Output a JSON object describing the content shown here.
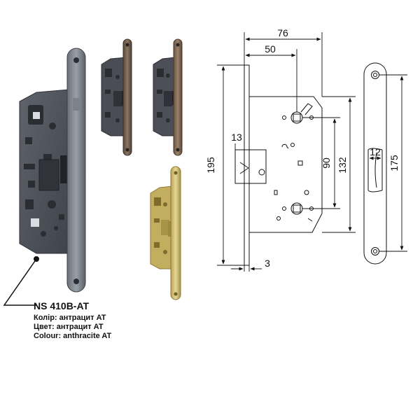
{
  "product": {
    "model": "NS 410B-AT",
    "color_lines": [
      "Колір: антрацит AT",
      "Цвет: антрацит AT",
      "Colour: anthracite AT"
    ]
  },
  "finishes": [
    {
      "name": "anthracite",
      "color": "#4a4f57"
    },
    {
      "name": "dark-bronze",
      "color": "#5a4a3a"
    },
    {
      "name": "brown-bronze",
      "color": "#6e5846"
    },
    {
      "name": "gold",
      "color": "#c9b56a"
    }
  ],
  "dimensions": {
    "width_overall": "76",
    "backset": "50",
    "faceplate_height": "195",
    "height_132": "132",
    "spacing_90": "90",
    "latch_13": "13",
    "faceplate_thickness": "3",
    "strike_width": "12",
    "strike_height": "175"
  }
}
